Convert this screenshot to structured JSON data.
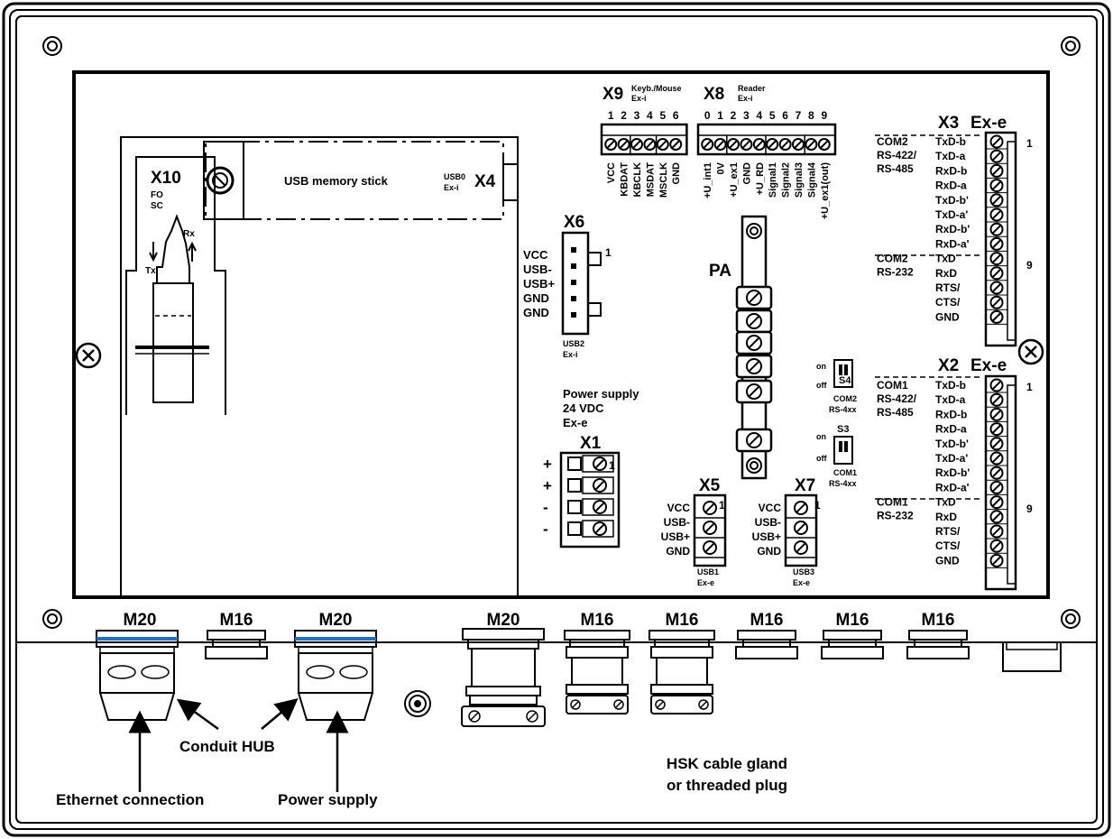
{
  "panel": {
    "x10": {
      "title": "X10",
      "line1": "FO",
      "line2": "SC",
      "tx": "Tx",
      "rx": "Rx"
    },
    "x4": {
      "desc": "USB memory stick",
      "port": "USB0",
      "port_sub": "Ex-i",
      "title": "X4"
    },
    "x9": {
      "title": "X9",
      "sub1": "Keyb./Mouse",
      "sub2": "Ex-i",
      "pins": [
        "1",
        "2",
        "3",
        "4",
        "5",
        "6"
      ],
      "signals": [
        "VCC",
        "KBDAT",
        "KBCLK",
        "MSDAT",
        "MSCLK",
        "GND"
      ]
    },
    "x8": {
      "title": "X8",
      "sub1": "Reader",
      "sub2": "Ex-i",
      "pins": [
        "0",
        "1",
        "2",
        "3",
        "4",
        "5",
        "6",
        "7",
        "8",
        "9"
      ],
      "signals": [
        "+U_int1",
        "0V",
        "+U_ex1",
        "GND",
        "+U_RD",
        "Signal1",
        "Signal2",
        "Signal3",
        "Signal4",
        "+U_ex1(out)"
      ]
    },
    "x6": {
      "title": "X6",
      "pin1": "1",
      "signals": [
        "VCC",
        "USB-",
        "USB+",
        "GND",
        "GND"
      ],
      "sub1": "USB2",
      "sub2": "Ex-i"
    },
    "pa": {
      "title": "PA"
    },
    "x1": {
      "title": "X1",
      "desc1": "Power supply",
      "desc2": "24 VDC",
      "desc3": "Ex-e",
      "pin1": "1",
      "signs": [
        "+",
        "+",
        "-",
        "-"
      ]
    },
    "x5": {
      "title": "X5",
      "pin1": "1",
      "signals": [
        "VCC",
        "USB-",
        "USB+",
        "GND"
      ],
      "sub1": "USB1",
      "sub2": "Ex-e"
    },
    "x7": {
      "title": "X7",
      "pin1": "1",
      "signals": [
        "VCC",
        "USB-",
        "USB+",
        "GND"
      ],
      "sub1": "USB3",
      "sub2": "Ex-e"
    },
    "s4": {
      "title": "S4",
      "on": "on",
      "off": "off",
      "sub1": "COM2",
      "sub2": "RS-4xx"
    },
    "s3": {
      "title": "S3",
      "on": "on",
      "off": "off",
      "sub1": "COM1",
      "sub2": "RS-4xx"
    },
    "x3": {
      "title": "X3",
      "type": "Ex-e",
      "pin_first": "1",
      "pin_mid": "9",
      "com_a": [
        "COM2",
        "RS-422/",
        "RS-485"
      ],
      "sig_a": [
        "TxD-b",
        "TxD-a",
        "RxD-b",
        "RxD-a",
        "TxD-b'",
        "TxD-a'",
        "RxD-b'",
        "RxD-a'"
      ],
      "com_b": [
        "COM2",
        "RS-232"
      ],
      "sig_b": [
        "TxD",
        "RxD",
        "RTS/",
        "CTS/",
        "GND"
      ]
    },
    "x2": {
      "title": "X2",
      "type": "Ex-e",
      "pin_first": "1",
      "pin_mid": "9",
      "com_a": [
        "COM1",
        "RS-422/",
        "RS-485"
      ],
      "sig_a": [
        "TxD-b",
        "TxD-a",
        "RxD-b",
        "RxD-a",
        "TxD-b'",
        "TxD-a'",
        "RxD-b'",
        "RxD-a'"
      ],
      "com_b": [
        "COM1",
        "RS-232"
      ],
      "sig_b": [
        "TxD",
        "RxD",
        "RTS/",
        "CTS/",
        "GND"
      ]
    }
  },
  "glands": {
    "labels": [
      "M20",
      "M16",
      "M20",
      "M20",
      "M16",
      "M16",
      "M16",
      "M16",
      "M16"
    ]
  },
  "callouts": {
    "ethernet": "Ethernet connection",
    "conduit": "Conduit HUB",
    "power": "Power supply",
    "hsk1": "HSK cable gland",
    "hsk2": "or threaded plug"
  }
}
